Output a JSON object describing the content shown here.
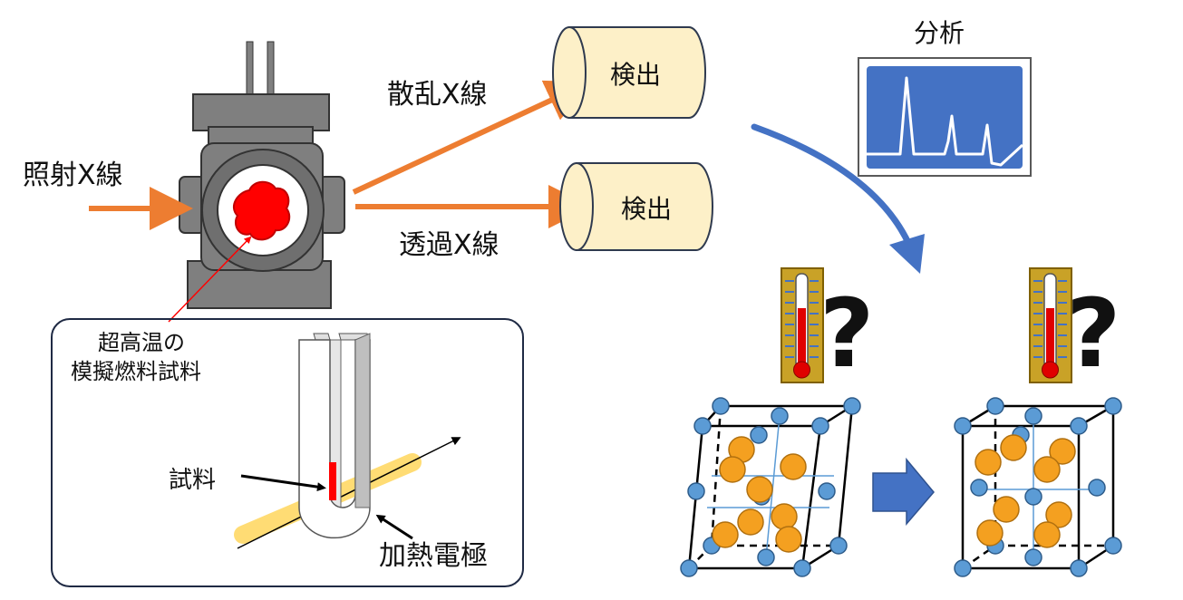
{
  "labels": {
    "incident_xray": "照射X線",
    "scattered_xray": "散乱X線",
    "transmitted_xray": "透過X線",
    "detector_1": "検出",
    "detector_2": "検出",
    "analysis": "分析",
    "inset_title_line1": "超高温の",
    "inset_title_line2": "模擬燃料試料",
    "sample": "試料",
    "heating_electrode": "加熱電極",
    "question_1": "?",
    "question_2": "?"
  },
  "colors": {
    "arrow_orange": "#ED7D31",
    "detector_fill": "#FDF0C8",
    "analysis_screen": "#4472C4",
    "curved_arrow_blue": "#4472C4",
    "chamber_gray": "#7F7F7F",
    "sample_red": "#FF0000",
    "heater_yellow": "#FFD966",
    "atom_blue": "#5B9BD5",
    "atom_orange": "#F4A020",
    "thermometer_gold": "#C9A227"
  },
  "icons": [
    "thermometer-icon",
    "question-mark-icon",
    "crystal-lattice-icon",
    "spectrum-graph-icon"
  ]
}
